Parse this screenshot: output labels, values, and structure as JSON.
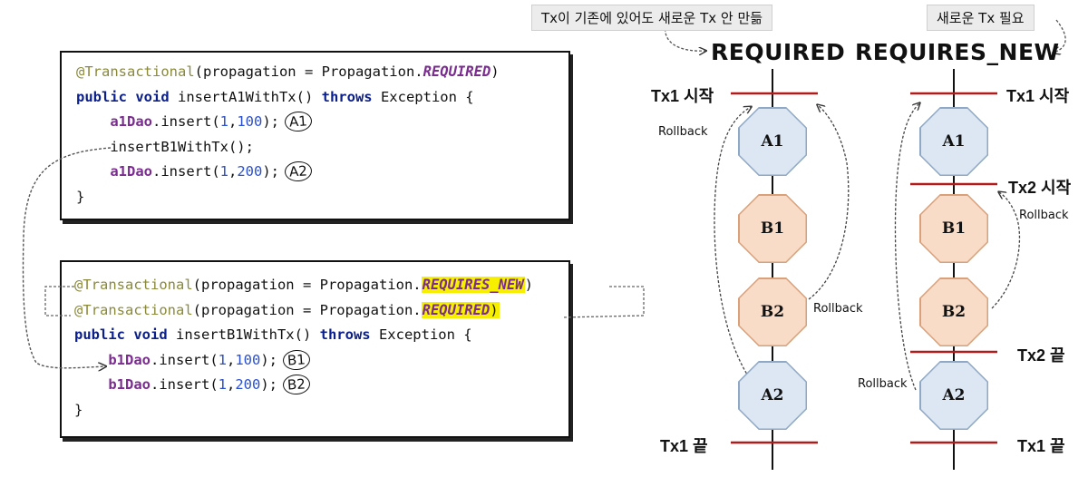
{
  "code1": {
    "line1_a": "@Transactional",
    "line1_b": "(propagation = Propagation.",
    "line1_c": "REQUIRED",
    "line1_d": ")",
    "line2_kw": "public void ",
    "line2_rest": "insertA1WithTx() ",
    "line2_kw2": "throws ",
    "line2_end": "Exception {",
    "line3_fld": "a1Dao",
    "line3_a": ".insert(",
    "line3_n1": "1",
    "line3_b": ",",
    "line3_n2": "100",
    "line3_c": ");",
    "line3_badge": "A1",
    "line4": "insertB1WithTx();",
    "line5_fld": "a1Dao",
    "line5_a": ".insert(",
    "line5_n1": "1",
    "line5_b": ",",
    "line5_n2": "200",
    "line5_c": ");",
    "line5_badge": "A2",
    "line6": "}"
  },
  "code2": {
    "line1_a": "@Transactional",
    "line1_b": "(propagation = Propagation.",
    "line1_c": "REQUIRES_NEW",
    "line1_d": ")",
    "line2_a": "@Transactional",
    "line2_b": "(propagation = Propagation.",
    "line2_c": "REQUIRED",
    "line2_d": ")",
    "line3_kw": "public void ",
    "line3_rest": "insertB1WithTx() ",
    "line3_kw2": "throws ",
    "line3_end": "Exception {",
    "line4_fld": "b1Dao",
    "line4_a": ".insert(",
    "line4_n1": "1",
    "line4_b": ",",
    "line4_n2": "100",
    "line4_c": ");",
    "line4_badge": "B1",
    "line5_fld": "b1Dao",
    "line5_a": ".insert(",
    "line5_n1": "1",
    "line5_b": ",",
    "line5_n2": "200",
    "line5_c": ");",
    "line5_badge": "B2",
    "line6": "}"
  },
  "callouts": {
    "required_note": "Tx이 기존에 있어도 새로운 Tx 안 만듦",
    "requires_new_note": "새로운 Tx 필요"
  },
  "titles": {
    "required": "REQUIRED",
    "requires_new": "REQUIRES_NEW"
  },
  "required_diagram": {
    "tx1_start": "Tx1 시작",
    "tx1_end": "Tx1 끝",
    "rollback_left": "Rollback",
    "rollback_right": "Rollback",
    "nodes": [
      "A1",
      "B1",
      "B2",
      "A2"
    ]
  },
  "requires_new_diagram": {
    "tx1_start": "Tx1 시작",
    "tx2_start": "Tx2 시작",
    "tx2_end": "Tx2 끝",
    "tx1_end": "Tx1 끝",
    "rollback_tx2": "Rollback",
    "rollback_tx1": "Rollback",
    "nodes": [
      "A1",
      "B1",
      "B2",
      "A2"
    ]
  },
  "colors": {
    "tx_line": "#b01c1c",
    "node_blue": "#dce7f3",
    "node_orange": "#f8dcc8",
    "highlight": "#f6f000"
  }
}
